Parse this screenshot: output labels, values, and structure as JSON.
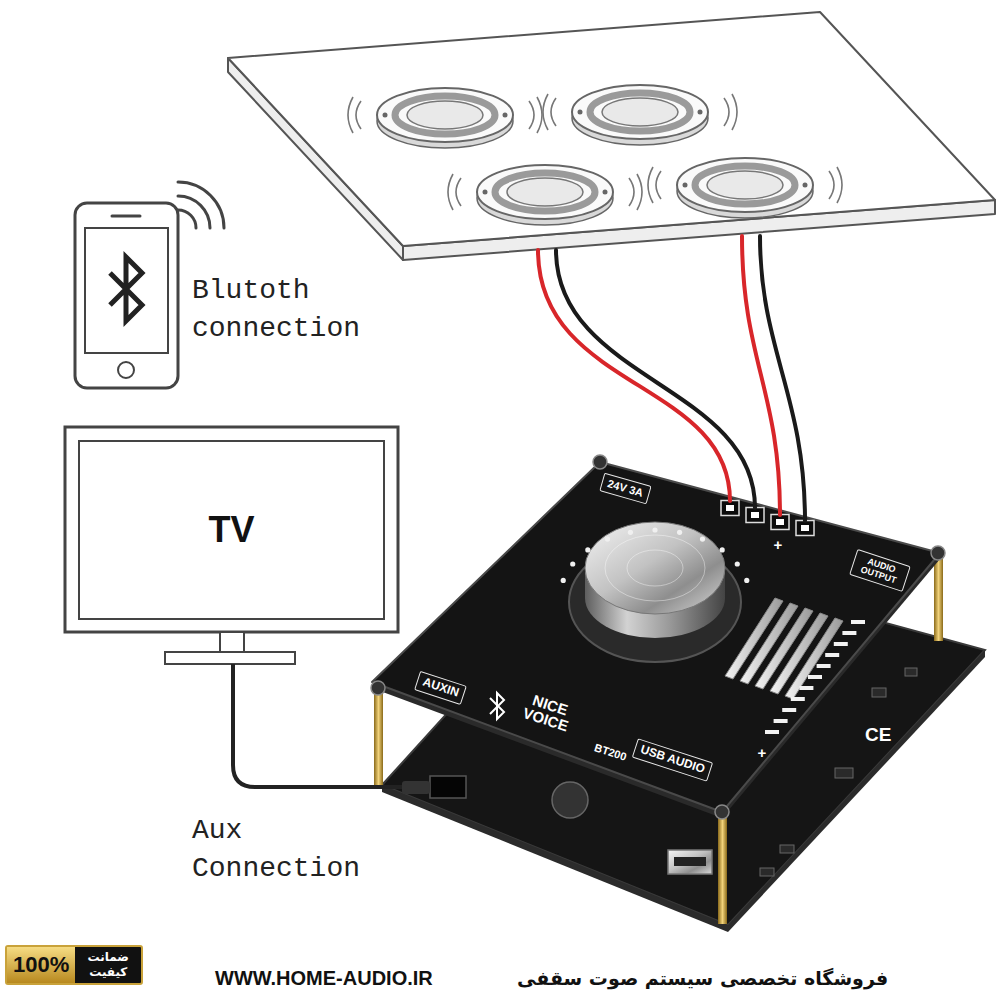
{
  "diagram": {
    "nodes": [
      {
        "text": [
          "24V 3A"
        ]
      },
      {
        "text": [
          "TV"
        ]
      },
      {
        "text": [
          "AUDIO OUTPUT"
        ]
      },
      {
        "text": [
          "AUXIN"
        ]
      },
      {
        "text": [
          "USB AUDIO"
        ]
      },
      {
        "text": [
          "100%",
          "ضمانت کیفیت"
        ]
      }
    ],
    "labels": [
      "Blutoth connection",
      "+",
      "NICE VOICE",
      "BT200",
      "+",
      "CE",
      "Aux Connection",
      "WWW.HOME-AUDIO.IR",
      "فروشگاه تخصصی سیستم صوت سقفی"
    ]
  }
}
